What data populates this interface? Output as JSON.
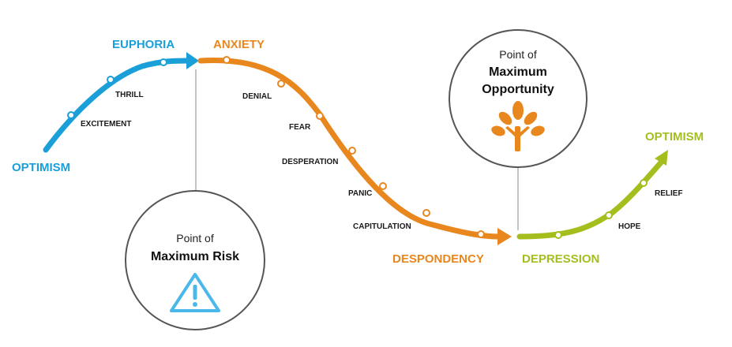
{
  "colors": {
    "blue": "#1b9fd8",
    "orange": "#e8871e",
    "green": "#a5be1e",
    "circle_stroke": "#555555",
    "connector": "#888888",
    "risk_icon": "#4bb8ea",
    "tree_icon": "#e8871e"
  },
  "stages": {
    "optimism_start": "OPTIMISM",
    "euphoria": "EUPHORIA",
    "anxiety": "ANXIETY",
    "despondency": "DESPONDENCY",
    "depression": "DEPRESSION",
    "optimism_end": "OPTIMISM"
  },
  "steps": {
    "excitement": "EXCITEMENT",
    "thrill": "THRILL",
    "denial": "DENIAL",
    "fear": "FEAR",
    "desperation": "DESPERATION",
    "panic": "PANIC",
    "capitulation": "CAPITULATION",
    "hope": "HOPE",
    "relief": "RELIEF"
  },
  "callouts": {
    "risk": {
      "line1": "Point of",
      "line2": "Maximum Risk",
      "icon": "warning-triangle-icon"
    },
    "opportunity": {
      "line1": "Point of",
      "line2": "Maximum",
      "line3": "Opportunity",
      "icon": "tree-icon"
    }
  }
}
